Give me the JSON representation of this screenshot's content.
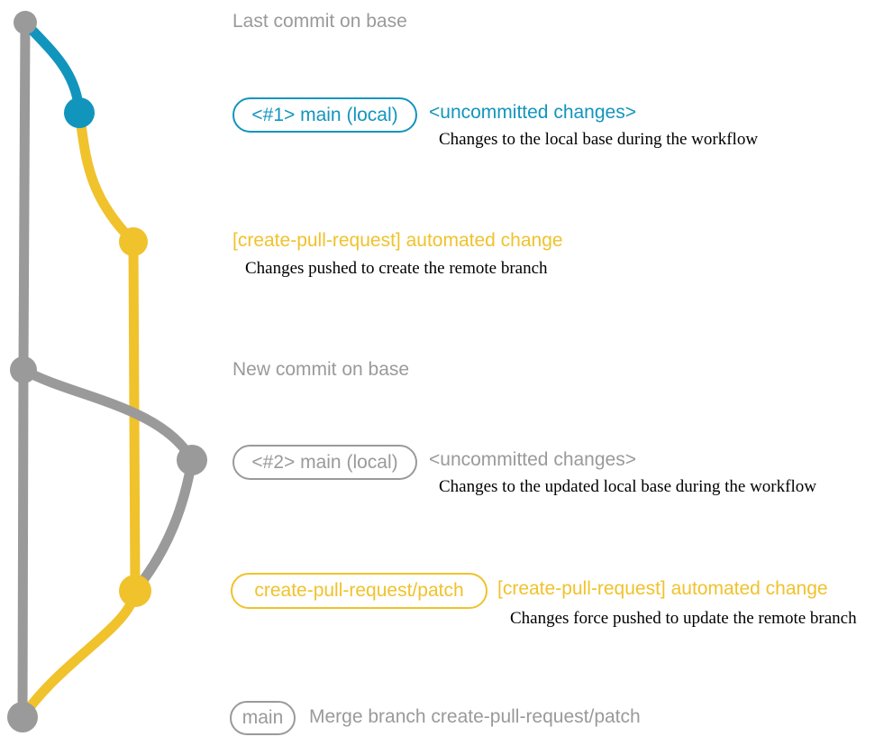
{
  "colors": {
    "base_gray": "#9a9a9a",
    "main_blue": "#1295bd",
    "patch_yellow": "#f0c22c",
    "annotation_black": "#000000"
  },
  "rows": {
    "last_commit": {
      "label": "Last commit on base"
    },
    "commit_main_1": {
      "badge": "<#1> main (local)",
      "title": "<uncommitted changes>",
      "description": "Changes to the local base during the workflow"
    },
    "commit_patch_1": {
      "title": "[create-pull-request] automated change",
      "description": "Changes pushed to create the remote branch"
    },
    "new_commit": {
      "label": "New commit on base"
    },
    "commit_main_2": {
      "badge": "<#2> main (local)",
      "title": "<uncommitted changes>",
      "description": "Changes to the updated local base during the workflow"
    },
    "commit_patch_2": {
      "badge": "create-pull-request/patch",
      "title": "[create-pull-request] automated change",
      "description": "Changes force pushed to update the remote branch"
    },
    "merge_commit": {
      "badge": "main",
      "label": "Merge branch create-pull-request/patch"
    }
  },
  "graph": {
    "branches": [
      {
        "name": "base",
        "color_key": "base_gray"
      },
      {
        "name": "main (local)",
        "color_key": "main_blue"
      },
      {
        "name": "create-pull-request/patch",
        "color_key": "patch_yellow"
      }
    ],
    "commit_sequence": [
      "Last commit on base",
      "<#1> main (local) <uncommitted changes>",
      "[create-pull-request] automated change",
      "New commit on base",
      "<#2> main (local) <uncommitted changes>",
      "[create-pull-request] automated change (force pushed)",
      "main: Merge branch create-pull-request/patch"
    ]
  }
}
